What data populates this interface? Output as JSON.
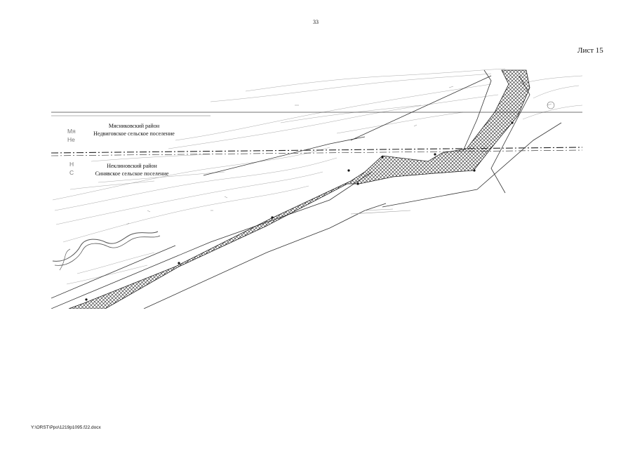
{
  "header": {
    "page_number": "33",
    "sheet_label": "Лист 15"
  },
  "map": {
    "region_upper": {
      "district": "Мясниковский район",
      "settlement": "Недвиговское сельское поселение"
    },
    "region_lower": {
      "district": "Неклиновский район",
      "settlement": "Синявское сельское поселение"
    },
    "cut_fragments": [
      "Мя",
      "Не",
      "Н",
      "С"
    ],
    "colors": {
      "line": "#333333",
      "faint_line": "#9a9a9a",
      "hatch": "#222222"
    }
  },
  "footer": {
    "file_path": "Y:\\ORST\\Ppo\\1219p1095.f22.docx"
  }
}
